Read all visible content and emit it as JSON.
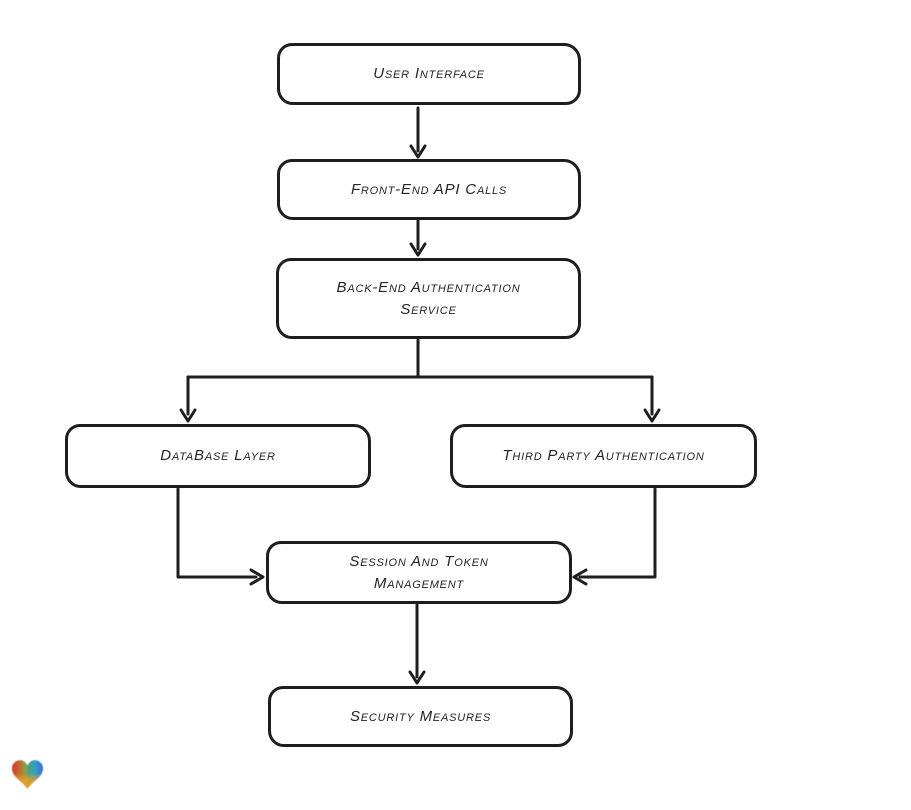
{
  "app": {
    "background_color": "#ffffff",
    "stroke_color": "#1e1e1e",
    "text_color": "#242424"
  },
  "diagram": {
    "nodes": [
      {
        "id": "user-interface",
        "label": "User Interface"
      },
      {
        "id": "front-end-api-calls",
        "label": "Front-End API Calls"
      },
      {
        "id": "back-end-auth-service",
        "label": "Back-End Authentication Service"
      },
      {
        "id": "database-layer",
        "label": "DataBase Layer"
      },
      {
        "id": "third-party-auth",
        "label": "Third Party Authentication"
      },
      {
        "id": "session-token-mgmt",
        "label": "Session And Token Management"
      },
      {
        "id": "security-measures",
        "label": "Security Measures"
      }
    ],
    "edges": [
      {
        "from": "user-interface",
        "to": "front-end-api-calls"
      },
      {
        "from": "front-end-api-calls",
        "to": "back-end-auth-service"
      },
      {
        "from": "back-end-auth-service",
        "to": "database-layer"
      },
      {
        "from": "back-end-auth-service",
        "to": "third-party-auth"
      },
      {
        "from": "database-layer",
        "to": "session-token-mgmt"
      },
      {
        "from": "third-party-auth",
        "to": "session-token-mgmt"
      },
      {
        "from": "session-token-mgmt",
        "to": "security-measures"
      }
    ]
  },
  "branding": {
    "logo": "heart-gradient-logo",
    "logo_colors": [
      "#e22b26",
      "#5fa054",
      "#2f7fd6",
      "#f79920"
    ]
  }
}
